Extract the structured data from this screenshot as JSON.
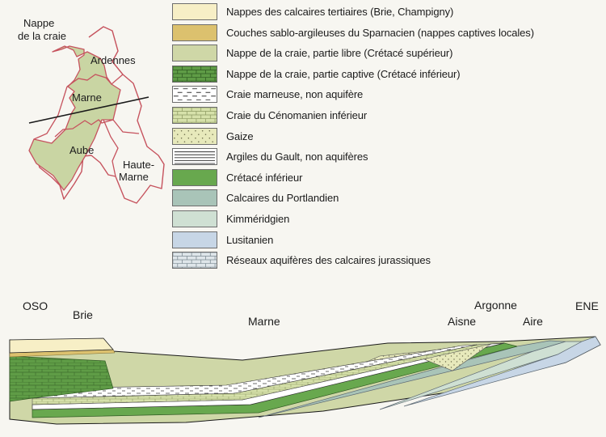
{
  "map": {
    "title_line1": "Nappe",
    "title_line2": "de la craie",
    "departments": {
      "ardennes": "Ardennes",
      "marne": "Marne",
      "aube": "Aube",
      "haute_marne_line1": "Haute-",
      "haute_marne_line2": "Marne"
    }
  },
  "legend": {
    "items": [
      {
        "label": "Nappes des calcaires tertiaires (Brie, Champigny)",
        "color": "#f7efc6",
        "pattern": "plain"
      },
      {
        "label": "Couches sablo-argileuses du Sparnacien (nappes captives locales)",
        "color": "#dcc16e",
        "pattern": "plain"
      },
      {
        "label": "Nappe de la craie, partie libre (Crétacé supérieur)",
        "color": "#cfd7a7",
        "pattern": "plain"
      },
      {
        "label": "Nappe de la craie, partie captive (Crétacé inférieur)",
        "color": "#5f9c46",
        "pattern": "bricks"
      },
      {
        "label": "Craie marneuse, non aquifère",
        "color": "#ffffff",
        "pattern": "dashes"
      },
      {
        "label": "Craie du Cénomanien inférieur",
        "color": "#d6e1aa",
        "pattern": "bricks-light"
      },
      {
        "label": "Gaize",
        "color": "#e7e9bb",
        "pattern": "dots"
      },
      {
        "label": "Argiles du Gault, non aquifères",
        "color": "#ffffff",
        "pattern": "lines"
      },
      {
        "label": "Crétacé inférieur",
        "color": "#68a84e",
        "pattern": "plain"
      },
      {
        "label": "Calcaires du Portlandien",
        "color": "#a9c4b8",
        "pattern": "plain"
      },
      {
        "label": "Kimméridgien",
        "color": "#cfe0d3",
        "pattern": "plain"
      },
      {
        "label": "Lusitanien",
        "color": "#c7d6e6",
        "pattern": "plain"
      },
      {
        "label": "Réseaux aquifères des calcaires jurassiques",
        "color": "#dfe6ea",
        "pattern": "bricks-grey"
      }
    ]
  },
  "section": {
    "west": "OSO",
    "east": "ENE",
    "places": {
      "brie": "Brie",
      "marne": "Marne",
      "argonne": "Argonne",
      "aisne": "Aisne",
      "aire": "Aire"
    }
  },
  "colors": {
    "map_fill": "#c9d5a3",
    "map_outline": "#c6535e",
    "section_line": "#1a1a1a"
  }
}
